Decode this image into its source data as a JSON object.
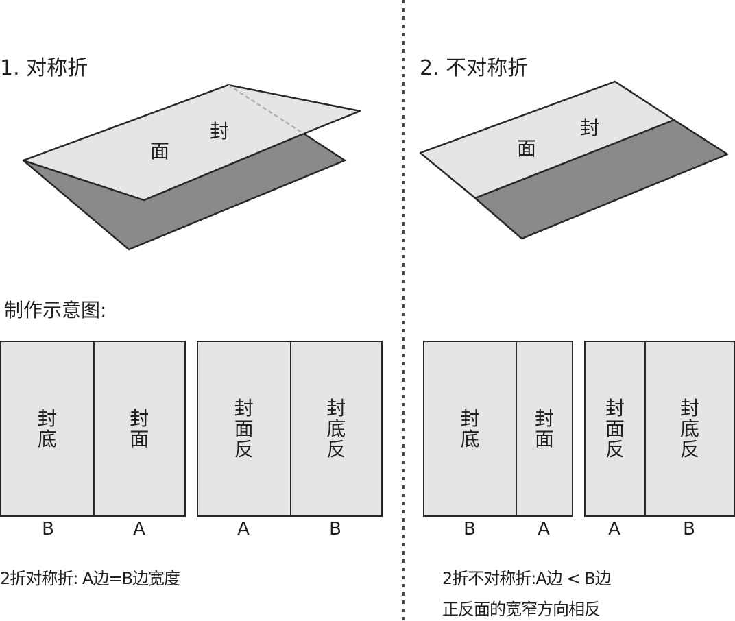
{
  "colors": {
    "light_face": "#e5e5e5",
    "dark_face": "#8a8a8a",
    "stroke": "#2b2627",
    "fold_dash": "#b0b0b0",
    "divider": "#4a4546"
  },
  "left": {
    "title": "1. 对称折",
    "folded_label_1": "面",
    "folded_label_2": "封",
    "diagram_heading": "制作示意图:",
    "front_panel": [
      {
        "text": "封底",
        "bottom_label": "B"
      },
      {
        "text": "封面",
        "bottom_label": "A"
      }
    ],
    "back_panel": [
      {
        "text": "封面反",
        "bottom_label": "A"
      },
      {
        "text": "封底反",
        "bottom_label": "B"
      }
    ],
    "caption": "2折对称折: A边=B边宽度"
  },
  "right": {
    "title": "2. 不对称折",
    "folded_label_1": "面",
    "folded_label_2": "封",
    "front_panel": [
      {
        "text": "封底",
        "bottom_label": "B"
      },
      {
        "text": "封面",
        "bottom_label": "A"
      }
    ],
    "back_panel": [
      {
        "text": "封面反",
        "bottom_label": "A"
      },
      {
        "text": "封底反",
        "bottom_label": "B"
      }
    ],
    "caption_line1": "2折不对称折:A边 < B边",
    "caption_line2": "正反面的宽窄方向相反"
  }
}
